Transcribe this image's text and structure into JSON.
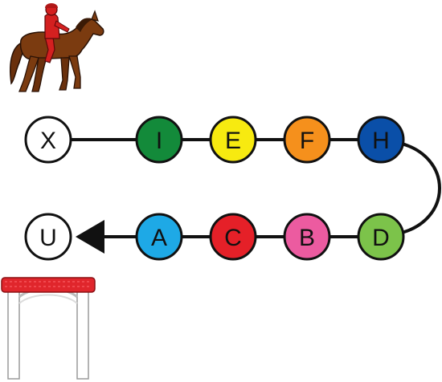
{
  "course": {
    "nodes": [
      {
        "id": "X",
        "label": "X",
        "color": "#ffffff",
        "row": 0,
        "col": 0
      },
      {
        "id": "I",
        "label": "I",
        "color": "#138a3a",
        "row": 0,
        "col": 1
      },
      {
        "id": "E",
        "label": "E",
        "color": "#f7ea10",
        "row": 0,
        "col": 2
      },
      {
        "id": "F",
        "label": "F",
        "color": "#f5901c",
        "row": 0,
        "col": 3
      },
      {
        "id": "H",
        "label": "H",
        "color": "#0a4fa8",
        "row": 0,
        "col": 4
      },
      {
        "id": "D",
        "label": "D",
        "color": "#7cc34a",
        "row": 1,
        "col": 4
      },
      {
        "id": "B",
        "label": "B",
        "color": "#ec5ba0",
        "row": 1,
        "col": 3
      },
      {
        "id": "C",
        "label": "C",
        "color": "#e52028",
        "row": 1,
        "col": 2
      },
      {
        "id": "A",
        "label": "A",
        "color": "#1ea9e6",
        "row": 1,
        "col": 1
      },
      {
        "id": "U",
        "label": "U",
        "color": "#ffffff",
        "row": 1,
        "col": 0
      }
    ],
    "line_color": "#111111",
    "arrow_direction": "left"
  },
  "icons": {
    "rider": "horse-rider-icon",
    "jump": "show-jump-icon",
    "horse_color": "#7b3b10",
    "rider_color": "#d42020",
    "jump_rail_color": "#e0262c"
  }
}
